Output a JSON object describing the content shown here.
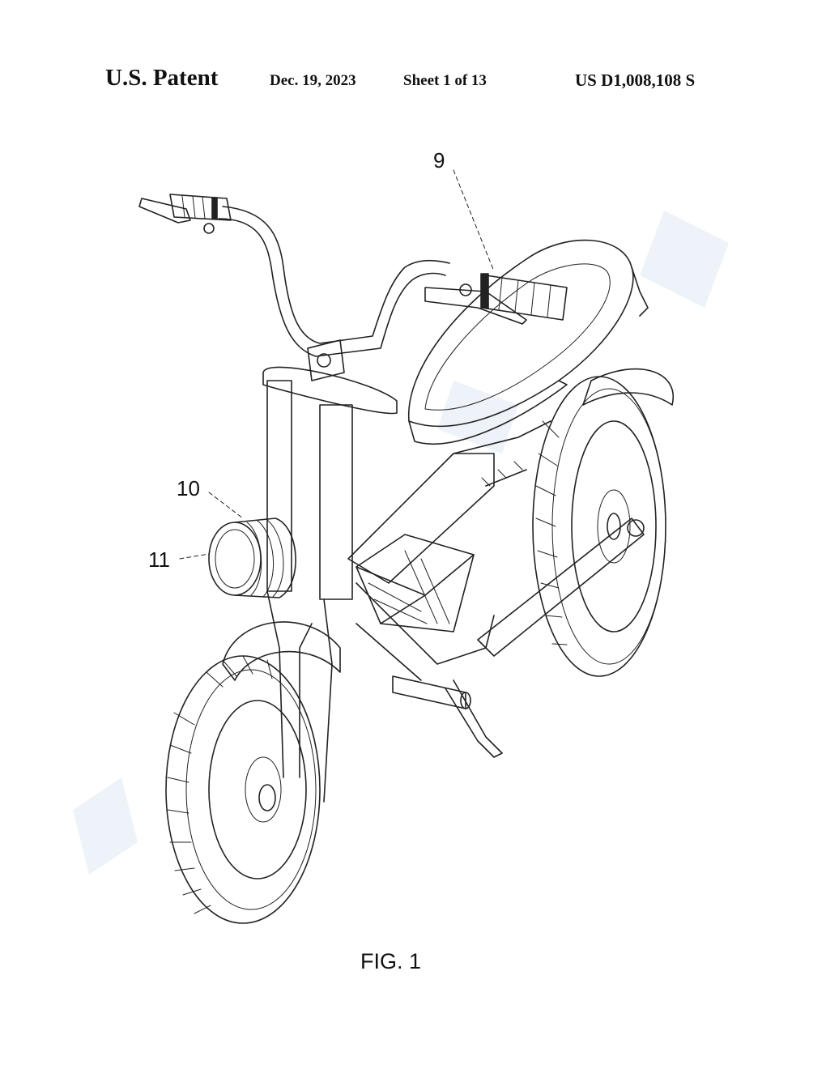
{
  "header": {
    "left": "U.S. Patent",
    "date": "Dec. 19, 2023",
    "sheet": "Sheet 1 of 13",
    "patent_number": "US D1,008,108 S"
  },
  "figure": {
    "label": "FIG. 1",
    "references": [
      "9",
      "10",
      "11"
    ]
  }
}
